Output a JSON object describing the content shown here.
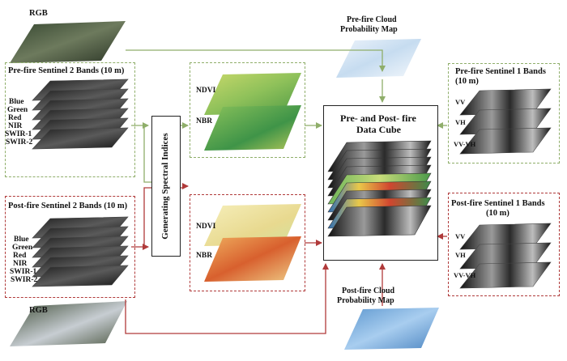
{
  "labels": {
    "rgb_top": "RGB",
    "rgb_bottom": "RGB",
    "pre_s2_title": "Pre-fire Sentinel 2 Bands (10  m)",
    "post_s2_title": "Post-fire Sentinel 2 Bands (10  m)",
    "bands_s2": [
      "Blue",
      "Green",
      "Red",
      "NIR",
      "SWIR-1",
      "SWIR-2"
    ],
    "spectral_indices": "Generating Spectral Indices",
    "ndvi": "NDVI",
    "nbr": "NBR",
    "pre_cloud": [
      "Pre-fire Cloud",
      "Probability Map"
    ],
    "post_cloud": [
      "Post-fire Cloud",
      "Probability Map"
    ],
    "data_cube": [
      "Pre- and Post- fire",
      "Data Cube"
    ],
    "pre_s1_title": [
      "Pre-fire Sentinel 1 Bands",
      "(10  m)"
    ],
    "post_s1_title": "Post-fire Sentinel 1 Bands",
    "post_s1_sub": "(10  m)",
    "bands_s1": [
      "VV",
      "VH",
      "VV-VH"
    ]
  },
  "colors": {
    "pre_arrow": "#8fae6a",
    "post_arrow": "#b03a3a",
    "ndvi_pre": "#a7c957",
    "nbr_pre": "#7fb24a",
    "ndvi_post": "#f1e4a0",
    "nbr_post": "#d9763a",
    "cloud": "#9cc3e6"
  }
}
